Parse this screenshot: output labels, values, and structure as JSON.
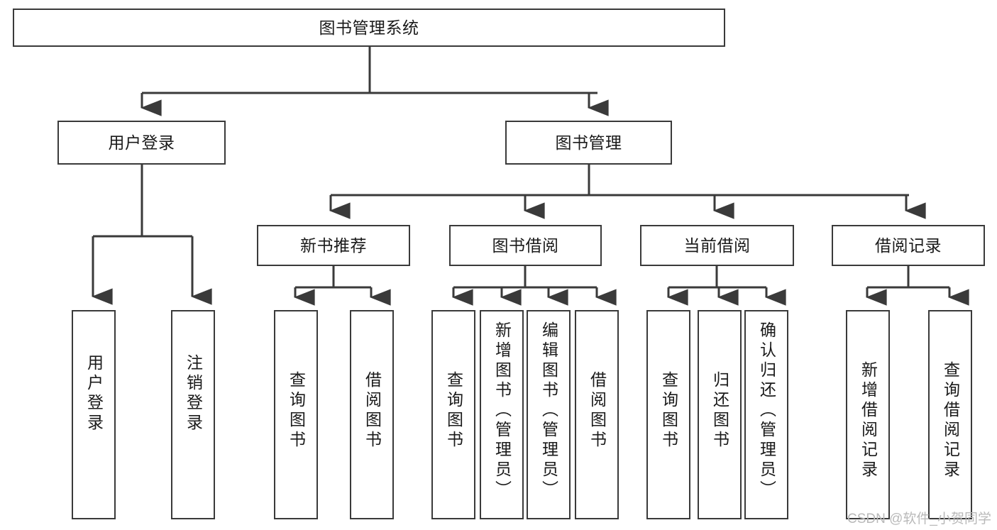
{
  "diagram": {
    "title": "图书管理系统",
    "type": "hierarchy-tree",
    "colors": {
      "box_border": "#3a3a3a",
      "box_fill": "#ffffff",
      "connector": "#3a3a3a",
      "text": "#1a1a1a",
      "watermark": "#b9b9b9",
      "background": "#ffffff"
    },
    "root": {
      "label": "图书管理系统"
    },
    "level2": [
      {
        "label": "用户登录"
      },
      {
        "label": "图书管理"
      }
    ],
    "level3": [
      {
        "label": "新书推荐"
      },
      {
        "label": "图书借阅"
      },
      {
        "label": "当前借阅"
      },
      {
        "label": "借阅记录"
      }
    ],
    "leaves": {
      "user_login": [
        {
          "label": "用户登录"
        },
        {
          "label": "注销登录"
        }
      ],
      "new_book_recommend": [
        {
          "label": "查询图书"
        },
        {
          "label": "借阅图书"
        }
      ],
      "book_borrow": [
        {
          "label": "查询图书"
        },
        {
          "label": "新增图书（管理员）"
        },
        {
          "label": "编辑图书（管理员）"
        },
        {
          "label": "借阅图书"
        }
      ],
      "current_borrow": [
        {
          "label": "查询图书"
        },
        {
          "label": "归还图书"
        },
        {
          "label": "确认归还（管理员）"
        }
      ],
      "borrow_record": [
        {
          "label": "新增借阅记录"
        },
        {
          "label": "查询借阅记录"
        }
      ]
    }
  },
  "watermark": {
    "text": "CSDN @软件_小贺同学"
  }
}
